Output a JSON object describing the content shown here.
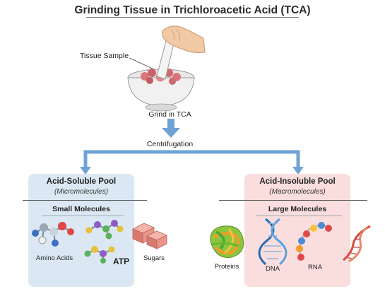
{
  "title": "Grinding Tissue in Trichloroacetic Acid (TCA)",
  "mortar": {
    "label": "Tissue Sample"
  },
  "steps": {
    "grind": "Grind in TCA",
    "centrifuge": "Centrifugation"
  },
  "left_pool": {
    "title": "Acid-Soluble Pool",
    "subtitle": "(Micromolecules)",
    "section": "Small Molecules",
    "items": [
      "Amino Acids",
      "ATP",
      "Sugars"
    ]
  },
  "right_pool": {
    "title": "Acid-Insoluble Pool",
    "subtitle": "(Macromolecules)",
    "section": "Large Molecules",
    "items": [
      "Proteins",
      "DNA",
      "RNA"
    ]
  },
  "colors": {
    "arrow": "#6fa3d6",
    "left_panel": "#dbe8f4",
    "right_panel": "#f9dedd"
  }
}
